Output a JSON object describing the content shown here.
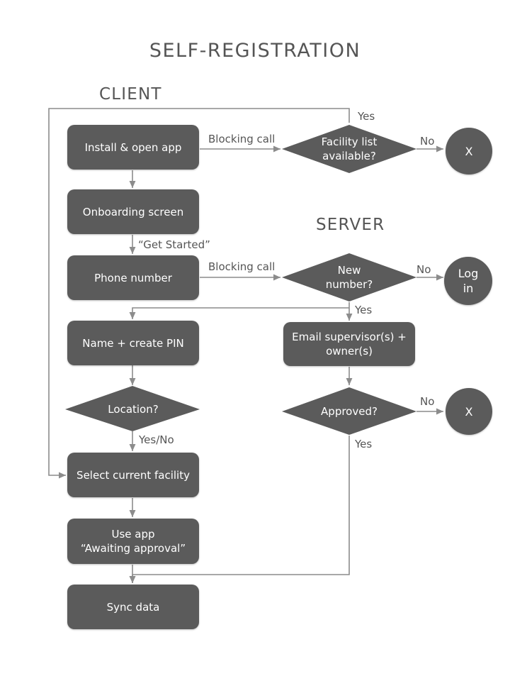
{
  "title": "SELF-REGISTRATION",
  "lanes": {
    "client": "CLIENT",
    "server": "SERVER"
  },
  "nodes": {
    "install_open_app": "Install & open app",
    "onboarding_screen": "Onboarding screen",
    "phone_number": "Phone number",
    "name_create_pin": "Name + create PIN",
    "location": "Location?",
    "select_current_facility": "Select current facility",
    "use_app": "Use app\n“Awaiting approval”",
    "sync_data": "Sync data",
    "facility_list_available": "Facility list\navailable?",
    "end_x_top": "X",
    "new_number": "New\nnumber?",
    "log_in": "Log\nin",
    "email_supervisors": "Email supervisor(s) +\nowner(s)",
    "approved": "Approved?",
    "end_x_bottom": "X"
  },
  "edge_labels": {
    "blocking_call_1": "Blocking call",
    "blocking_call_2": "Blocking call",
    "yes_facility": "Yes",
    "no_facility": "No",
    "get_started": "“Get Started”",
    "no_new_number": "No",
    "yes_new_number": "Yes",
    "yes_no_location": "Yes/No",
    "no_approved": "No",
    "yes_approved": "Yes"
  },
  "colors": {
    "node_fill": "#5b5b5b",
    "connector": "#8c8c8c",
    "text_dark": "#555555",
    "node_text": "#ffffff"
  }
}
